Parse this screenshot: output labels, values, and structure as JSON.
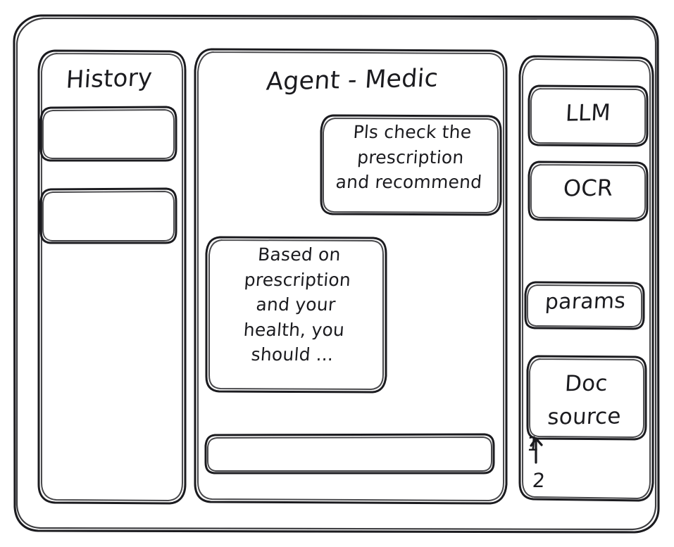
{
  "window": {
    "style": "hand-drawn-wireframe",
    "stroke_color": "#1b1b1f",
    "background_color": "#ffffff"
  },
  "sidebar_left": {
    "title": "History",
    "items": [
      {
        "label": ""
      },
      {
        "label": ""
      }
    ]
  },
  "main": {
    "title": "Agent - Medic",
    "messages": [
      {
        "role": "user",
        "text": "Pls check the\nprescription\nand recommend"
      },
      {
        "role": "assistant",
        "text": "Based on\nprescription\nand your\nhealth, you\nshould ..."
      }
    ],
    "composer": {
      "value": "",
      "placeholder": ""
    }
  },
  "sidebar_right": {
    "tools": [
      {
        "label": "LLM"
      },
      {
        "label": "OCR"
      },
      {
        "label": "params"
      },
      {
        "label": "Doc\nsource"
      }
    ],
    "doc_source_items": [
      {
        "label": "1"
      },
      {
        "label": "2"
      }
    ]
  }
}
